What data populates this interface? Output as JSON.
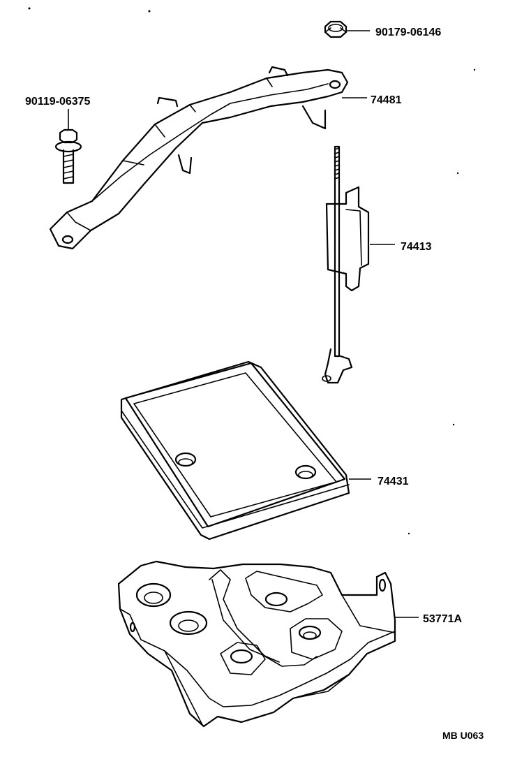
{
  "parts": [
    {
      "id": "nut",
      "number": "90179-06146"
    },
    {
      "id": "bolt",
      "number": "90119-06375"
    },
    {
      "id": "battery-clamp",
      "number": "74481"
    },
    {
      "id": "battery-rod",
      "number": "74413"
    },
    {
      "id": "battery-tray",
      "number": "74431"
    },
    {
      "id": "battery-carrier",
      "number": "53771A"
    }
  ],
  "figure_code": "MB U063"
}
